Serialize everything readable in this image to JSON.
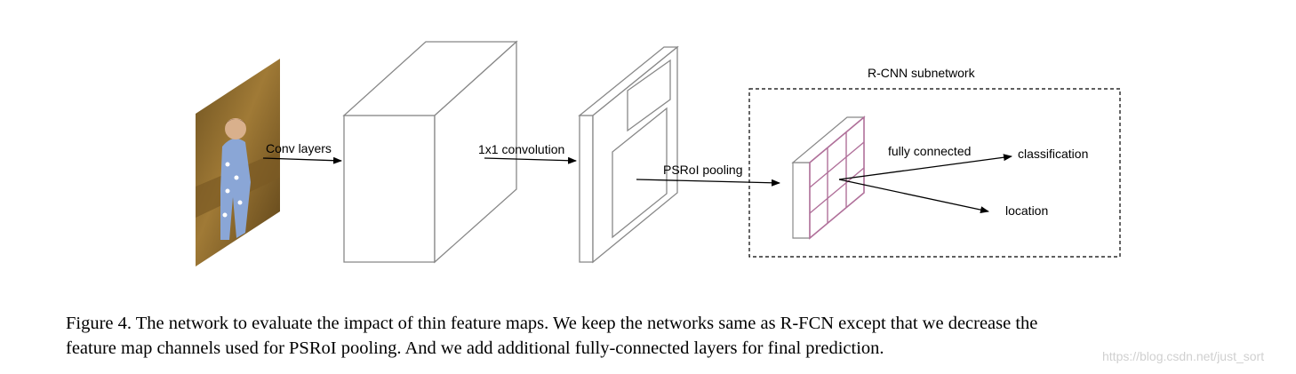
{
  "diagram": {
    "labels": {
      "conv_layers": "Conv layers",
      "conv1x1": "1x1 convolution",
      "psroi_pooling": "PSRoI pooling",
      "subnetwork_title": "R-CNN subnetwork",
      "fully_connected": "fully connected",
      "classification": "classification",
      "location": "location"
    },
    "colors": {
      "outline": "#888888",
      "grid": "#b0709a",
      "photo_background": "#8a6a2e",
      "pajamas": "#8aa6d6"
    }
  },
  "caption": {
    "line1": "Figure 4. The network to evaluate the impact of thin feature maps.  We keep the networks same as R-FCN except that we decrease the",
    "line2": "feature map channels used for PSRoI pooling. And we add additional fully-connected layers for final prediction."
  },
  "watermark": "https://blog.csdn.net/just_sort"
}
